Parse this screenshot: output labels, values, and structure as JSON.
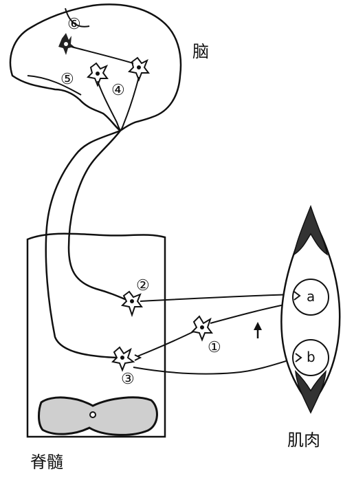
{
  "labels": {
    "brain": "脑",
    "spinal_cord": "脊髓",
    "muscle": "肌肉"
  },
  "neuron_labels": [
    "⑥",
    "⑤",
    "④",
    "②",
    "①",
    "③"
  ],
  "receptor_labels": [
    "a",
    "b"
  ]
}
